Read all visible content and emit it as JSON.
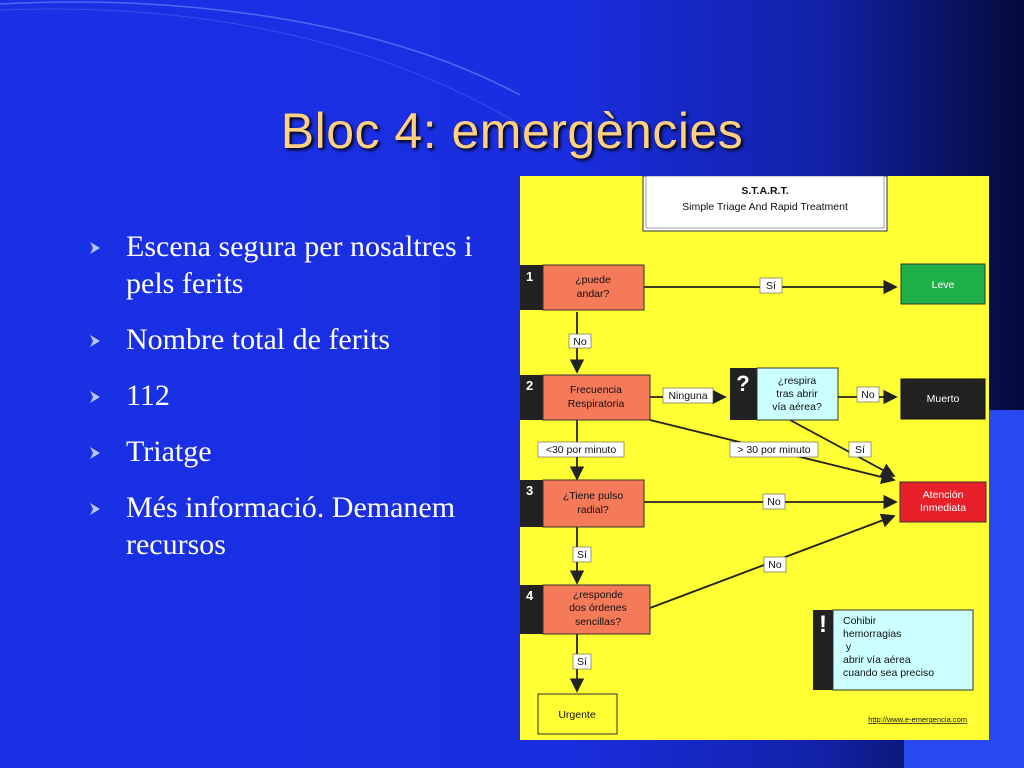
{
  "slide": {
    "title": "Bloc 4: emergències",
    "bullets": [
      "Escena segura per nosaltres i pels ferits",
      "Nombre total de ferits",
      "112",
      "Triatge",
      "Més informació. Demanem recursos"
    ]
  },
  "diagram": {
    "header_title": "S.T.A.R.T.",
    "header_subtitle": "Simple Triage And Rapid Treatment",
    "steps": [
      {
        "num": "1",
        "lines": [
          "¿puede",
          "andar?"
        ]
      },
      {
        "num": "2",
        "lines": [
          "Frecuencia",
          "Respiratoria"
        ]
      },
      {
        "num": "3",
        "lines": [
          "¿Tiene pulso",
          "radial?"
        ]
      },
      {
        "num": "4",
        "lines": [
          "¿responde",
          "dos órdenes",
          "sencillas?"
        ]
      }
    ],
    "airway": {
      "symbol": "?",
      "lines": [
        "¿respira",
        "tras abrir",
        "vía aérea?"
      ]
    },
    "outcomes": {
      "leve": "Leve",
      "muerto": "Muerto",
      "atencion": [
        "Atención",
        "Inmediata"
      ],
      "urgente": "Urgente"
    },
    "edge_labels": {
      "si_1": "Sí",
      "no_1": "No",
      "ninguna": "Ninguna",
      "no_airway": "No",
      "si_airway": "Sí",
      "lt30": "<30 por minuto",
      "gt30": "> 30 por minuto",
      "no_3": "No",
      "si_3": "Sí",
      "no_4": "No",
      "si_4": "Sí"
    },
    "note": {
      "symbol": "!",
      "lines": [
        "Cohibir",
        "hemorragias",
        " y",
        "abrir vía aérea",
        "cuando sea preciso"
      ]
    },
    "url": "http://www.e-emergencia.com"
  },
  "colors": {
    "title": "#ffd080",
    "diagram_bg": "#ffff33",
    "step_box": "#f47a5a",
    "leve": "#1fb04a",
    "muerto": "#222222",
    "atencion": "#e8202a",
    "urgente": "#ffff33",
    "info_box": "#ccffff"
  }
}
